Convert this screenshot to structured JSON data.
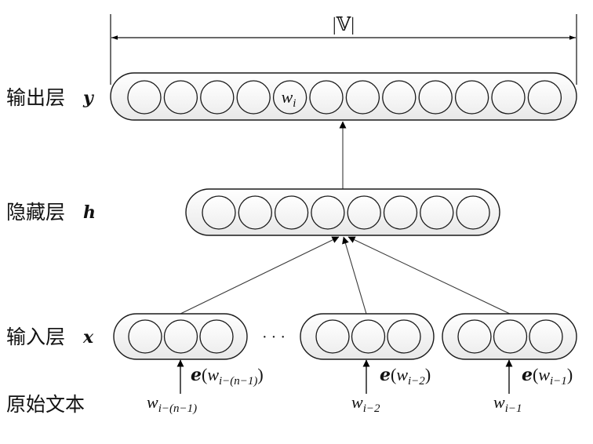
{
  "diagram": {
    "title": "Neural network language model",
    "dimension_label": "|𝕍|",
    "layers": {
      "output": {
        "label_cn": "输出层",
        "symbol": "y",
        "neuron_count": 12,
        "highlighted_index": 4,
        "highlighted_label_base": "w",
        "highlighted_label_sub": "i"
      },
      "hidden": {
        "label_cn": "隐藏层",
        "symbol": "h",
        "neuron_count": 8
      },
      "input": {
        "label_cn": "输入层",
        "symbol": "x",
        "ellipsis": "· · ·",
        "groups": [
          {
            "neuron_count": 3,
            "embedding_prefix": "e",
            "embedding_base": "w",
            "embedding_sub": "i−(n−1)",
            "word_base": "w",
            "word_sub": "i−(n−1)"
          },
          {
            "neuron_count": 3,
            "embedding_prefix": "e",
            "embedding_base": "w",
            "embedding_sub": "i−2",
            "word_base": "w",
            "word_sub": "i−2"
          },
          {
            "neuron_count": 3,
            "embedding_prefix": "e",
            "embedding_base": "w",
            "embedding_sub": "i−1",
            "word_base": "w",
            "word_sub": "i−1"
          }
        ]
      },
      "raw_text": {
        "label_cn": "原始文本"
      }
    },
    "colors": {
      "stroke": "#1a1a1a",
      "pill_top": "#ffffff",
      "pill_bottom": "#e8e8e8",
      "background": "#ffffff"
    }
  }
}
